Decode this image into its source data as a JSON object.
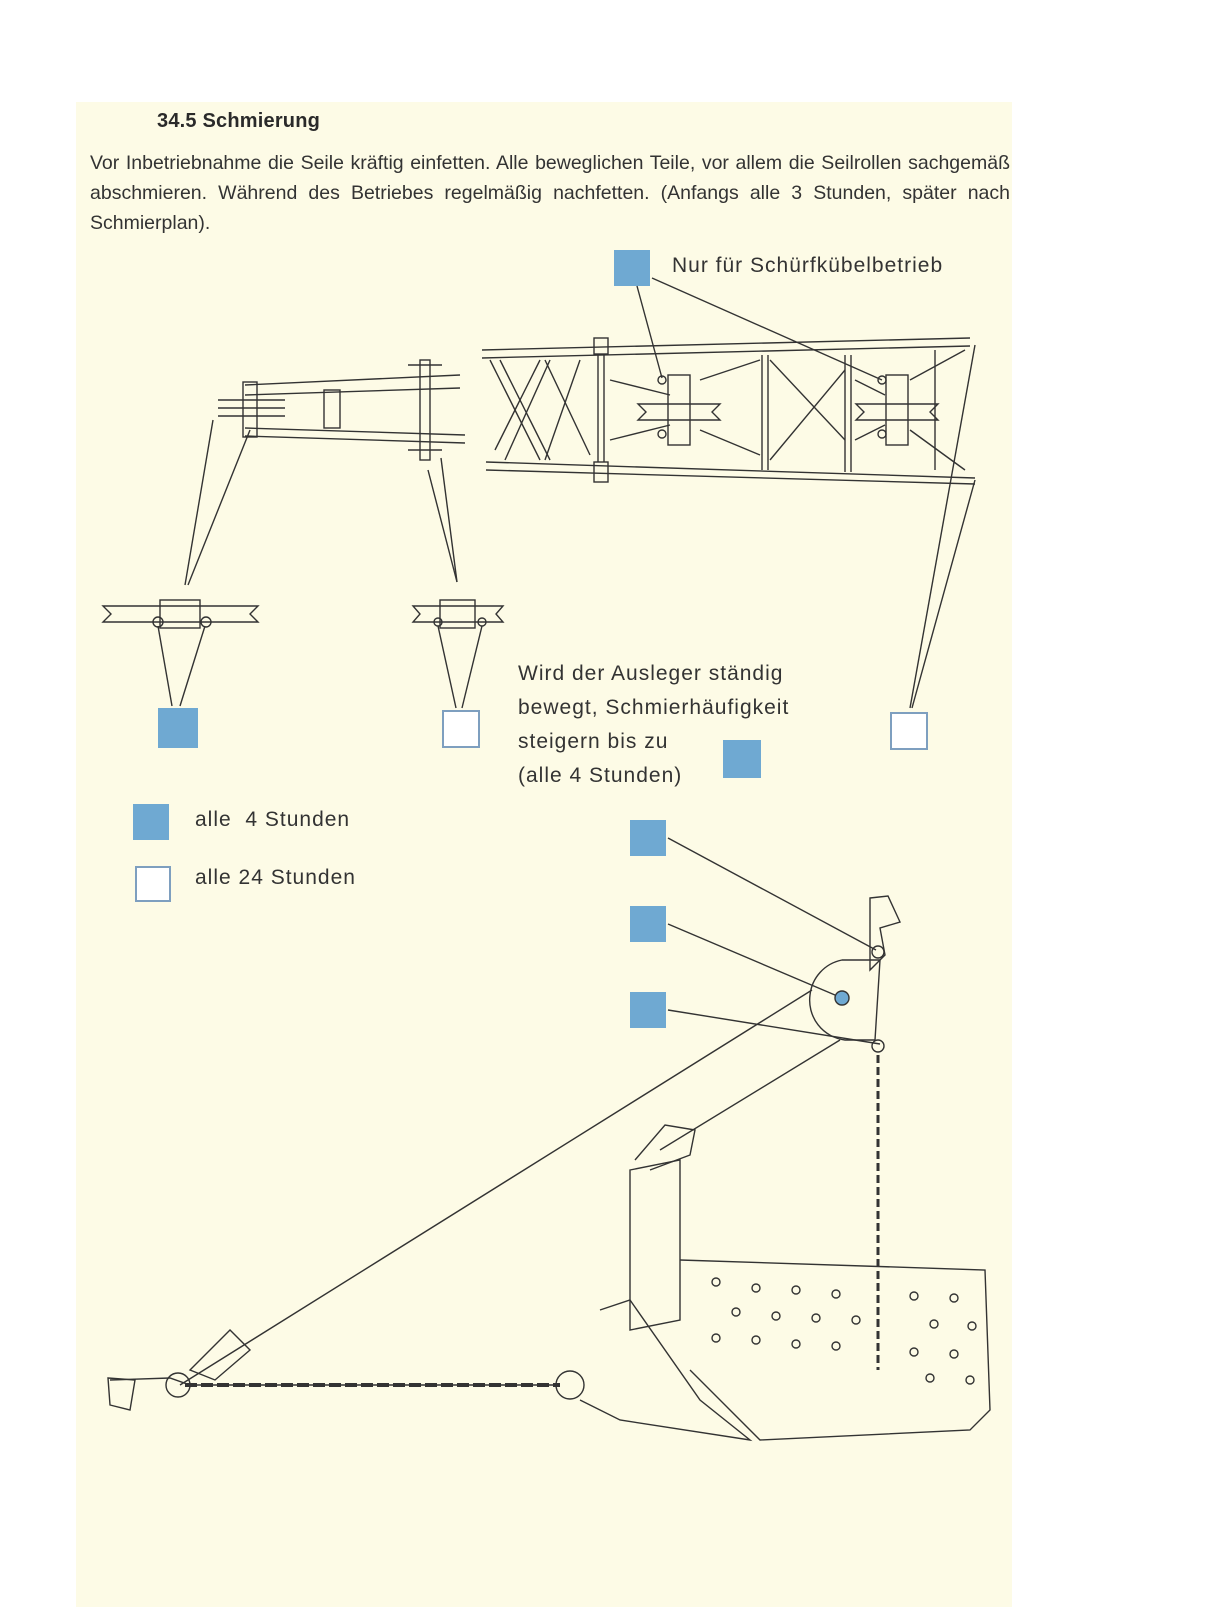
{
  "section": {
    "heading": "34.5 Schmierung"
  },
  "intro_text": "Vor Inbetriebnahme die Seile kräftig einfetten. Alle beweglichen Teile, vor allem die Seilrollen sachgemäß abschmieren. Während des Betriebes regelmäßig nachfetten. (Anfangs alle 3 Stunden, später nach Schmierplan).",
  "labels": {
    "scraper_only": "Nur für Schürfkübelbetrieb",
    "note_lines": [
      "Wird der Ausleger ständig",
      "bewegt, Schmierhäufigkeit",
      "steigern bis zu",
      "(alle 4 Stunden)"
    ]
  },
  "legend": [
    {
      "marker": "filled",
      "text": "alle  4 Stunden"
    },
    {
      "marker": "empty",
      "text": "alle 24 Stunden"
    }
  ],
  "colors": {
    "marker_fill": "#6fa9d2",
    "marker_border": "#7e9fbf",
    "paper": "#fdfbe6"
  }
}
